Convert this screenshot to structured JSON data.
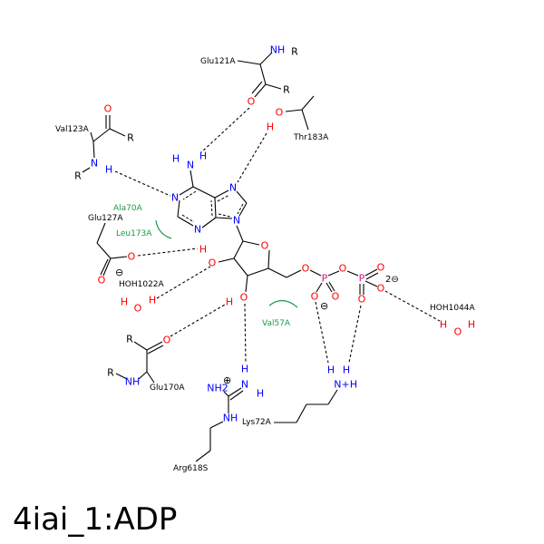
{
  "title": "4iai_1:ADP",
  "residues": {
    "glu121": "Glu121A",
    "thr183": "Thr183A",
    "val123": "Val123A",
    "glu127": "Glu127A",
    "hoh1022": "HOH1022A",
    "hoh1044": "HOH1044A",
    "glu170": "Glu170A",
    "arg618": "Arg618S",
    "lys72": "Lys72A"
  },
  "hydrophobic": {
    "ala70": "Ala70A",
    "leu173": "Leu173A",
    "val57": "Val57A"
  },
  "charges": {
    "glu127": "⊖",
    "phosphate1": "⊖",
    "phosphate2": "2⊖",
    "arg618": "⊕"
  },
  "atoms": [
    "NH",
    "R",
    "R",
    "O",
    "O",
    "H",
    "O",
    "R",
    "N",
    "H",
    "R",
    "H",
    "N",
    "H",
    "N",
    "N",
    "N",
    "N",
    "O",
    "O",
    "H",
    "O",
    "H",
    "O",
    "P",
    "O",
    "P",
    "O",
    "O",
    "O",
    "O",
    "O",
    "O",
    "O",
    "H",
    "O",
    "H",
    "H",
    "O",
    "H",
    "R",
    "O",
    "R",
    "NH",
    "H",
    "N",
    "H",
    "NH2",
    "NH",
    "H",
    "H",
    "N+",
    "H"
  ],
  "colors": {
    "nitrogen": "#0000ff",
    "oxygen": "#ff0000",
    "phosphorus": "#d4138a",
    "hydrophobic": "#1a9a4a"
  }
}
